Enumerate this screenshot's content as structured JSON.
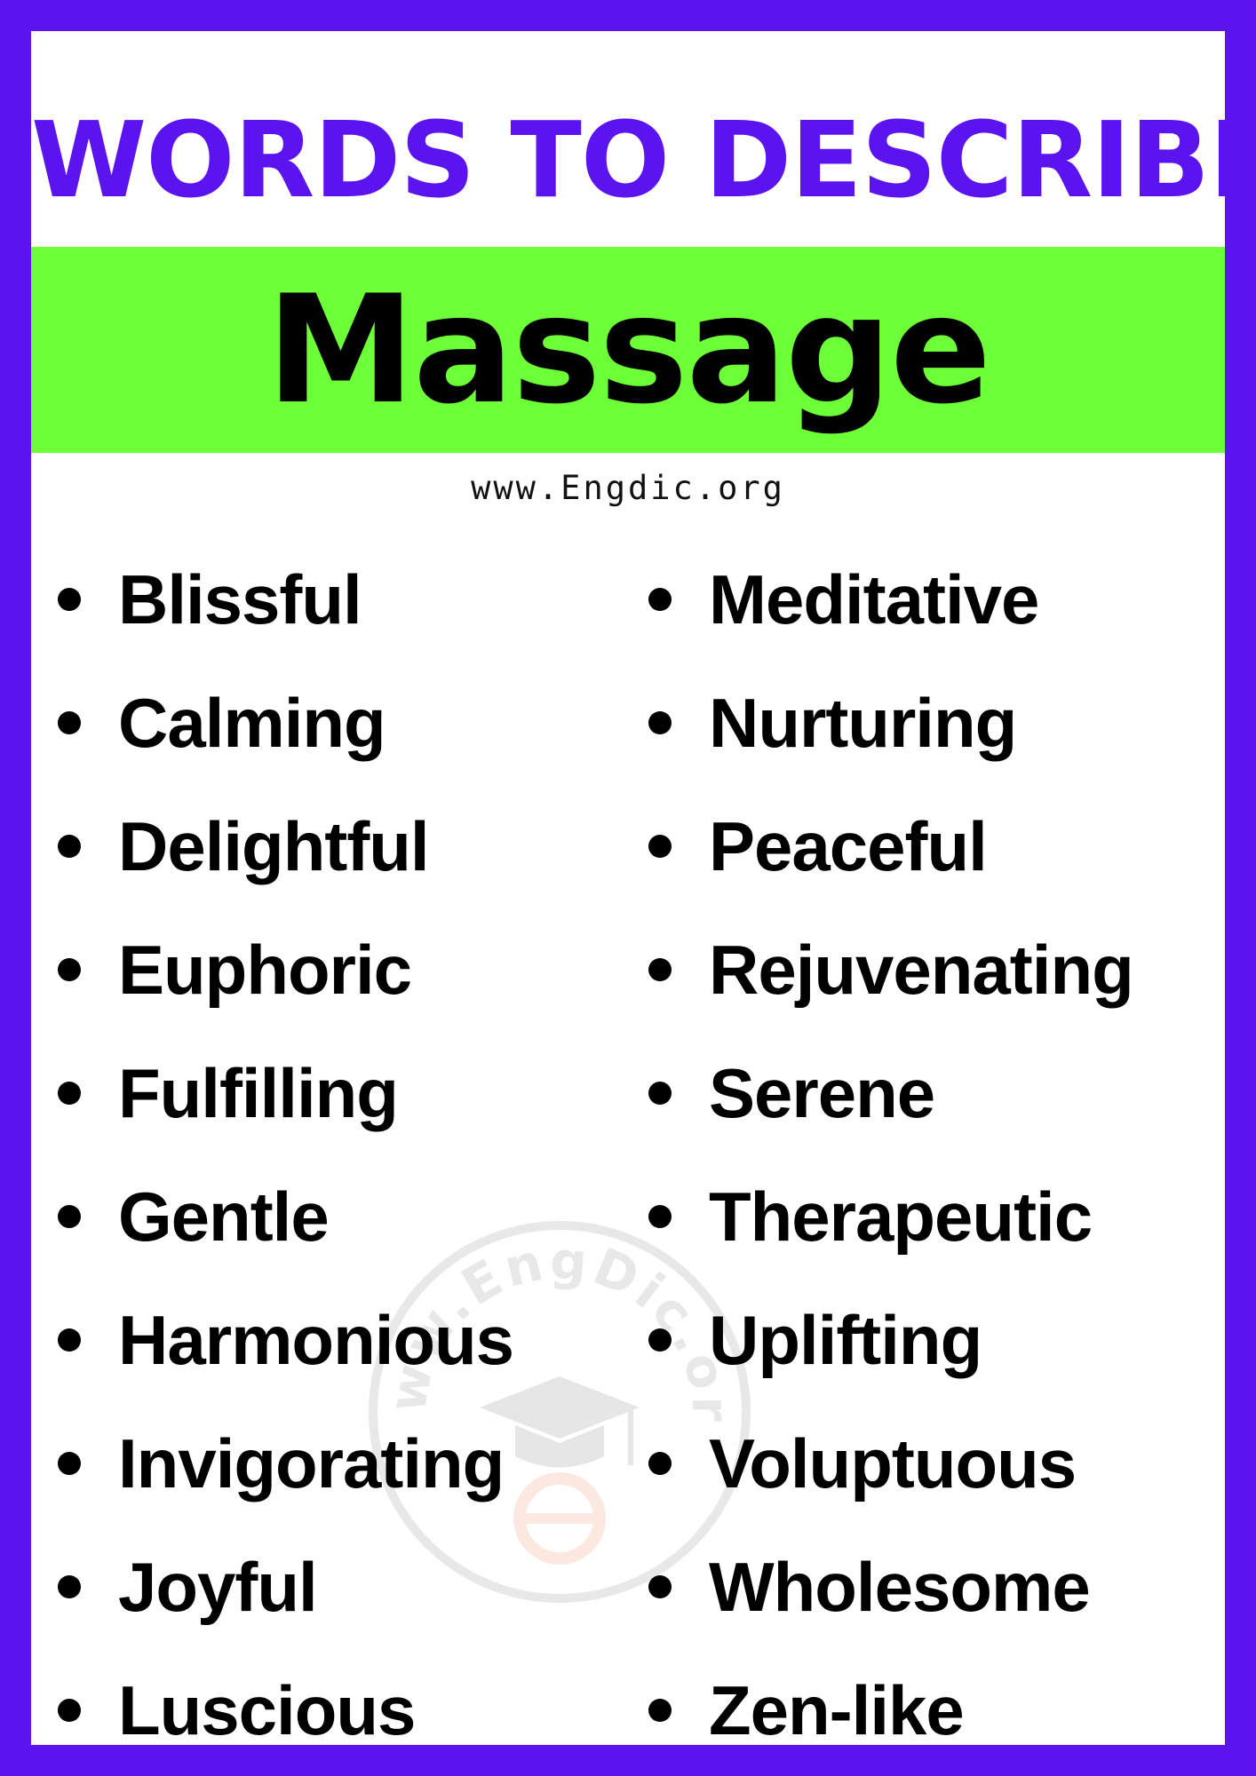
{
  "title": {
    "heading": "WORDS TO DESCRIBE",
    "subject": "Massage"
  },
  "website": "www.Engdic.org",
  "watermark": {
    "text": "www.EngDic.org",
    "icon": "graduation-cap-logo-icon"
  },
  "colors": {
    "frame": "#5b14f0",
    "heading": "#5b14f0",
    "banner": "#6dff38",
    "text": "#000000",
    "background": "#ffffff"
  },
  "words_left": [
    "Blissful",
    "Calming",
    "Delightful",
    "Euphoric",
    "Fulfilling",
    "Gentle",
    "Harmonious",
    "Invigorating",
    "Joyful",
    "Luscious"
  ],
  "words_right": [
    "Meditative",
    "Nurturing",
    "Peaceful",
    "Rejuvenating",
    "Serene",
    "Therapeutic",
    "Uplifting",
    "Voluptuous",
    "Wholesome",
    "Zen-like"
  ]
}
